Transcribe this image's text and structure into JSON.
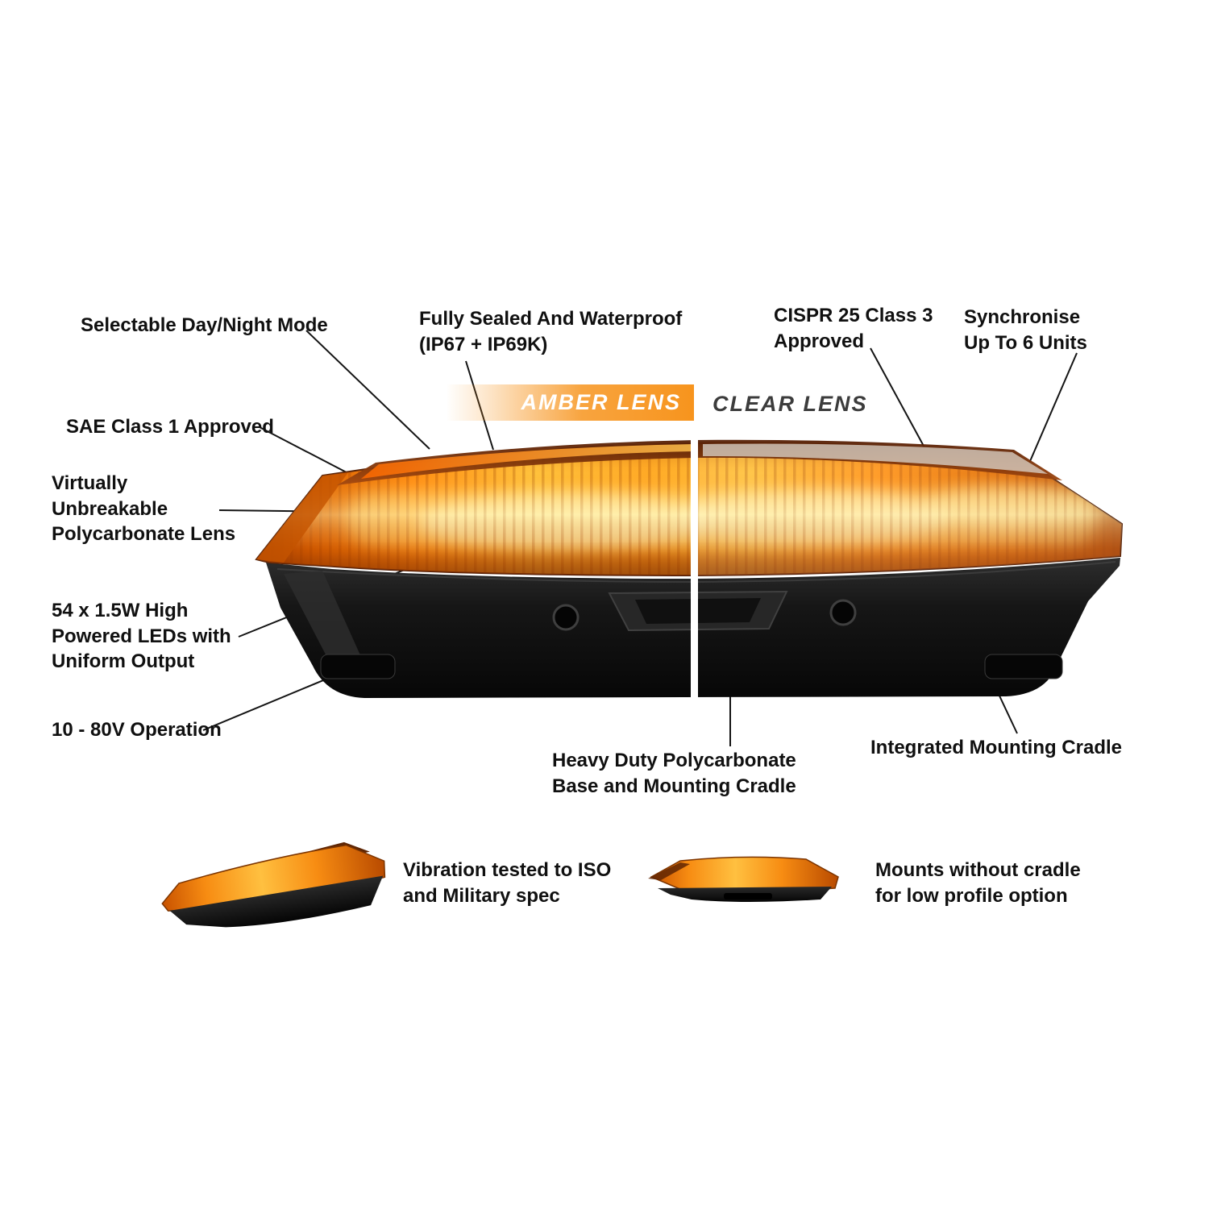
{
  "page": {
    "background": "#ffffff"
  },
  "product": {
    "name": "LED mini light bar",
    "amber_lens_label": "AMBER LENS",
    "clear_lens_label": "CLEAR LENS",
    "amber_color": "#f7941d",
    "glow_color": "#ffd24a",
    "base_color": "#131313"
  },
  "callouts": {
    "day_night_mode": "Selectable Day/Night Mode",
    "fully_sealed": "Fully Sealed And Waterproof\n(IP67 + IP69K)",
    "cispr": "CISPR 25 Class 3\nApproved",
    "synchronise": "Synchronise\nUp To 6 Units",
    "sae": "SAE Class 1 Approved",
    "unbreakable_lens": "Virtually\nUnbreakable\nPolycarbonate Lens",
    "leds": "54 x 1.5W High\nPowered LEDs with\nUniform Output",
    "voltage": "10 - 80V Operation",
    "base_cradle": "Heavy Duty Polycarbonate\nBase and Mounting Cradle",
    "integrated_cradle": "Integrated Mounting Cradle",
    "vibration": "Vibration tested to ISO\nand Military spec",
    "low_profile": "Mounts without cradle\nfor low profile option"
  }
}
